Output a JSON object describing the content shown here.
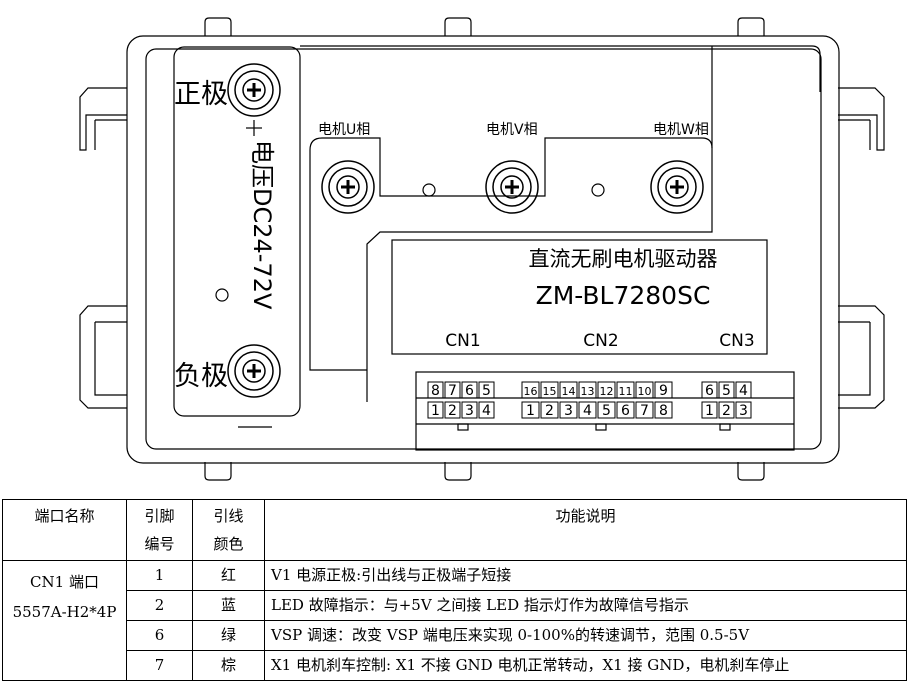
{
  "diagram": {
    "positive_label": "正极",
    "negative_label": "负极",
    "voltage_label": "电压DC24-72V",
    "phase_u": "电机U相",
    "phase_v": "电机V相",
    "phase_w": "电机W相",
    "product_name": "直流无刷电机驱动器",
    "model": "ZM-BL7280SC",
    "connectors": [
      "CN1",
      "CN2",
      "CN3"
    ],
    "cn1_pins_top": [
      "8",
      "7",
      "6",
      "5"
    ],
    "cn1_pins_bottom": [
      "1",
      "2",
      "3",
      "4"
    ],
    "cn2_pins_top": [
      "16",
      "15",
      "14",
      "13",
      "12",
      "11",
      "10",
      "9"
    ],
    "cn2_pins_bottom": [
      "1",
      "2",
      "3",
      "4",
      "5",
      "6",
      "7",
      "8"
    ],
    "cn3_pins_top": [
      "6",
      "5",
      "4"
    ],
    "cn3_pins_bottom": [
      "1",
      "2",
      "3"
    ]
  },
  "table": {
    "headers": {
      "port_name": "端口名称",
      "pin_line1": "引脚",
      "pin_line2": "编号",
      "wire_line1": "引线",
      "wire_line2": "颜色",
      "function": "功能说明"
    },
    "port": {
      "name": "CN1 端口",
      "part": "5557A-H2*4P"
    },
    "rows": [
      {
        "pin": "1",
        "color": "红",
        "desc": "V1 电源正极:引出线与正极端子短接"
      },
      {
        "pin": "2",
        "color": "蓝",
        "desc": "LED 故障指示：与+5V 之间接 LED 指示灯作为故障信号指示"
      },
      {
        "pin": "6",
        "color": "绿",
        "desc": "VSP 调速：改变 VSP 端电压来实现 0-100%的转速调节，范围 0.5-5V"
      },
      {
        "pin": "7",
        "color": "棕",
        "desc": "X1 电机刹车控制: X1 不接 GND 电机正常转动，X1 接 GND，电机刹车停止"
      }
    ]
  }
}
